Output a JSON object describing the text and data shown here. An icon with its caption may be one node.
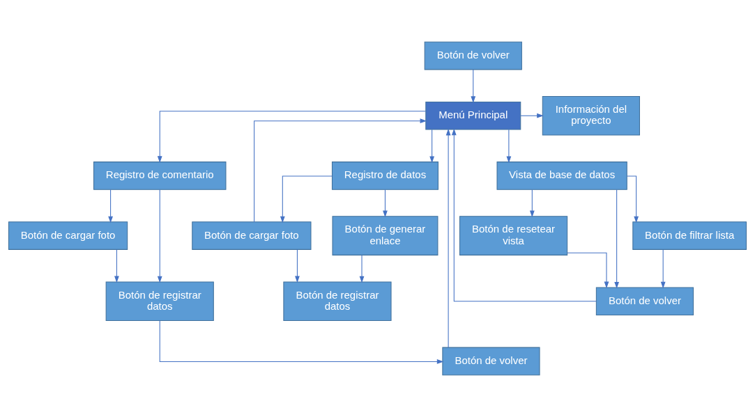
{
  "diagram": {
    "nodes": [
      {
        "text": [
          "Información del proyecto"
        ]
      },
      {
        "text": [
          "Menú Principal"
        ]
      },
      {
        "text": [
          "Registro de comentario"
        ]
      },
      {
        "text": [
          "Registro de datos"
        ]
      },
      {
        "text": [
          "Vista de base de datos"
        ]
      },
      {
        "text": [
          "Botón de cargar foto"
        ]
      },
      {
        "text": [
          "Botón de cargar foto"
        ]
      },
      {
        "text": [
          "Botón de generar enlace"
        ]
      },
      {
        "text": [
          "Botón de filtrar lista"
        ]
      },
      {
        "text": [
          "Botón de resetear vista"
        ]
      },
      {
        "text": [
          "Botón de registrar datos"
        ]
      },
      {
        "text": [
          "Botón de registrar datos"
        ]
      },
      {
        "text": [
          "Botón de volver"
        ]
      },
      {
        "text": [
          "Botón de volver"
        ]
      },
      {
        "text": [
          "Botón de volver"
        ]
      }
    ],
    "edges": [
      {
        "from": 1,
        "to": 0,
        "arrow": "to"
      },
      {
        "from": 1,
        "to": 2,
        "arrow": "to"
      },
      {
        "from": 1,
        "to": 3,
        "arrow": "to"
      },
      {
        "from": 1,
        "to": 4,
        "arrow": "to"
      },
      {
        "from": 2,
        "to": 5,
        "arrow": "to"
      },
      {
        "from": 2,
        "to": 10,
        "arrow": "to"
      },
      {
        "from": 5,
        "to": 10,
        "arrow": "to"
      },
      {
        "from": 10,
        "to": 12,
        "arrow": "to"
      },
      {
        "from": 3,
        "to": 6,
        "arrow": "to"
      },
      {
        "from": 3,
        "to": 7,
        "arrow": "to"
      },
      {
        "from": 6,
        "to": 11,
        "arrow": "to"
      },
      {
        "from": 7,
        "to": 11,
        "arrow": "to"
      },
      {
        "from": 4,
        "to": 8,
        "arrow": "to"
      },
      {
        "from": 4,
        "to": 9,
        "arrow": "to"
      },
      {
        "from": 4,
        "to": 14,
        "arrow": "to"
      },
      {
        "from": 8,
        "to": 14,
        "arrow": "to"
      },
      {
        "from": 9,
        "to": 14,
        "arrow": "to"
      },
      {
        "from": 12,
        "to": 1,
        "arrow": "to"
      },
      {
        "from": 6,
        "to": 1,
        "arrow": "to"
      },
      {
        "from": 13,
        "to": 1,
        "arrow": "to"
      },
      {
        "from": 14,
        "to": 1,
        "arrow": "to"
      }
    ]
  }
}
